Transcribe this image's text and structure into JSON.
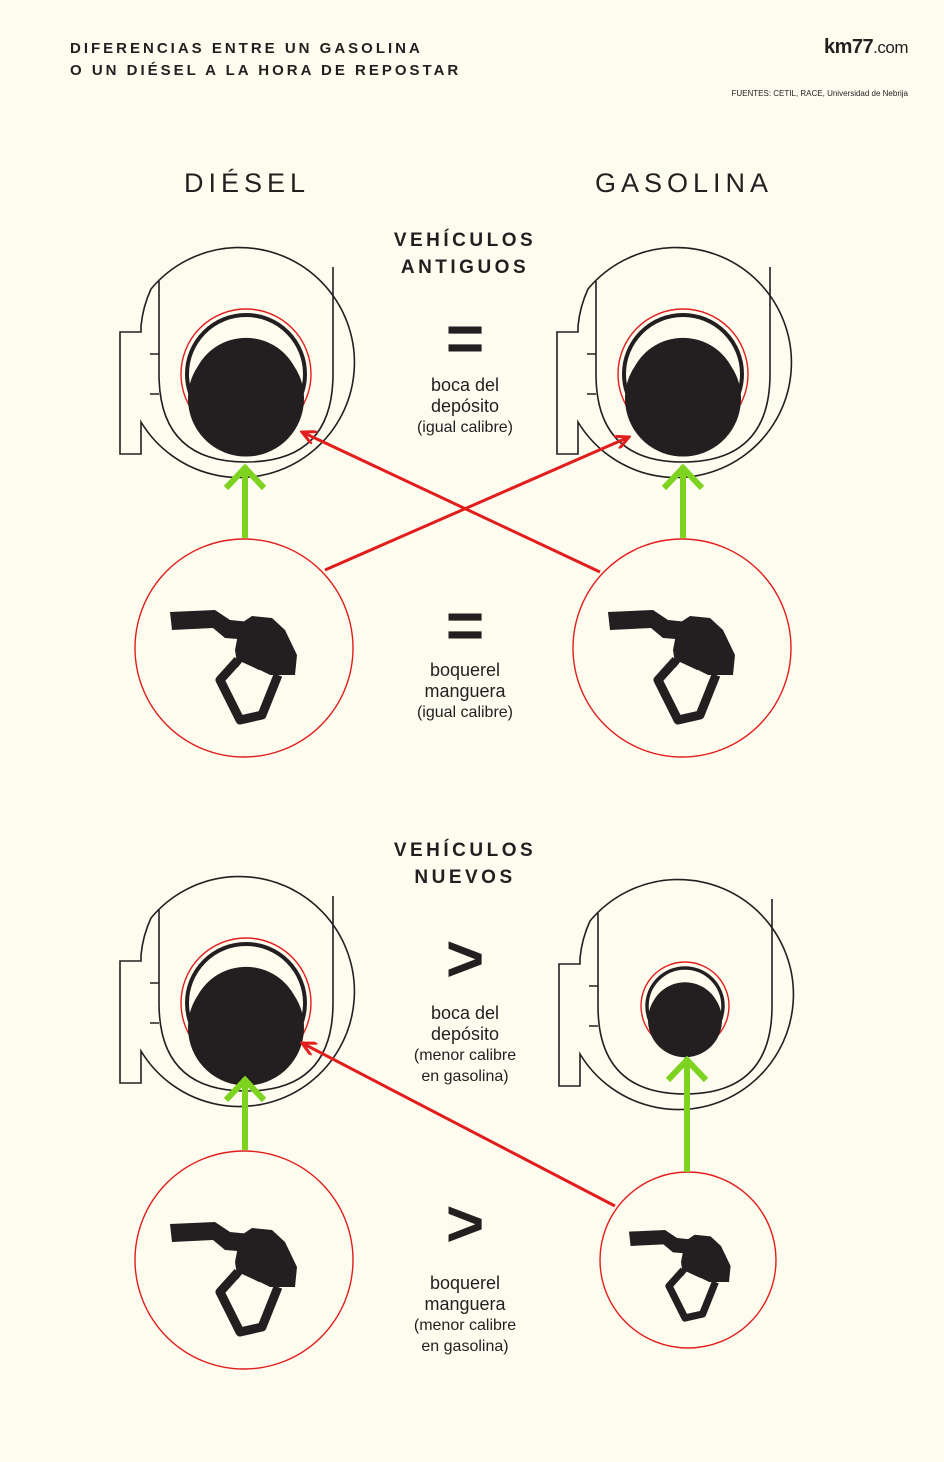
{
  "header": {
    "title_line1": "DIFERENCIAS ENTRE UN GASOLINA",
    "title_line2": "O UN DIÉSEL A LA HORA DE REPOSTAR",
    "brand_name": "km77",
    "brand_domain": ".com",
    "sources": "FUENTES: CETIL, RACE, Universidad de Nebrija"
  },
  "columns": {
    "diesel": "DIÉSEL",
    "gasoline": "GASOLINA"
  },
  "old_vehicles": {
    "title_line1": "VEHÍCULOS",
    "title_line2": "ANTIGUOS",
    "tank_symbol": "=",
    "tank_line1": "boca del",
    "tank_line2": "depósito",
    "tank_line3": "(igual calibre)",
    "nozzle_symbol": "=",
    "nozzle_line1": "boquerel",
    "nozzle_line2": "manguera",
    "nozzle_line3": "(igual calibre)"
  },
  "new_vehicles": {
    "title_line1": "VEHÍCULOS",
    "title_line2": "NUEVOS",
    "tank_symbol": ">",
    "tank_line1": "boca del",
    "tank_line2": "depósito",
    "tank_line3": "(menor calibre",
    "tank_line4": "en gasolina)",
    "nozzle_symbol": ">",
    "nozzle_line1": "boquerel",
    "nozzle_line2": "manguera",
    "nozzle_line3": "(menor calibre",
    "nozzle_line4": "en gasolina)"
  },
  "colors": {
    "background": "#fdfcef",
    "ink": "#231f20",
    "red": "#e21d1d",
    "green": "#7ed321"
  },
  "icons": [
    "fuel-tank-cap-icon",
    "fuel-nozzle-icon",
    "compatible-arrow-icon",
    "incompatible-arrow-icon"
  ]
}
